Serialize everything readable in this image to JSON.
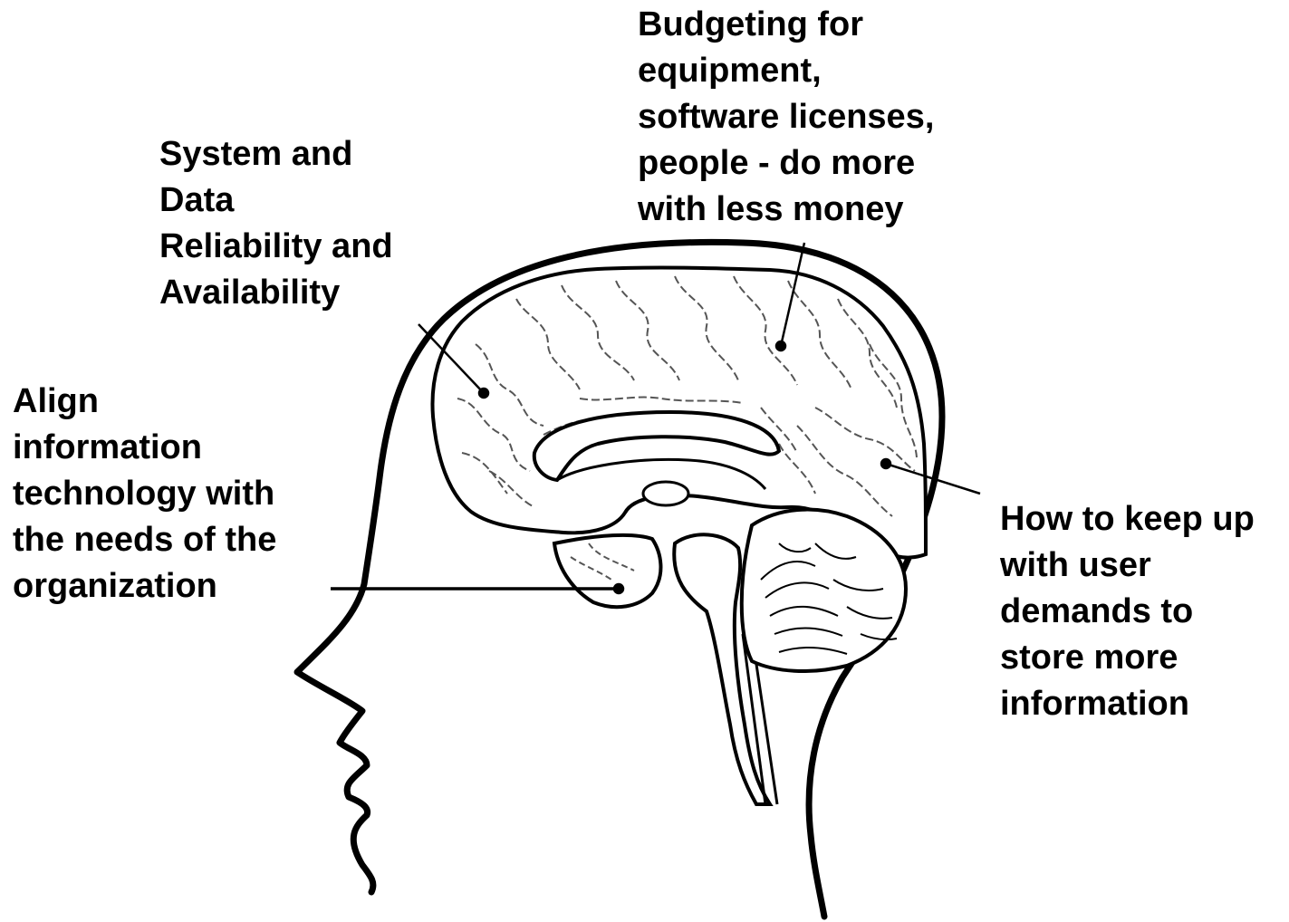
{
  "colors": {
    "background": "#ffffff",
    "ink": "#000000",
    "fold_lines": "#555555"
  },
  "labels": {
    "budget": {
      "lines": [
        "Budgeting for",
        "equipment,",
        "software licenses,",
        "people - do more",
        "with less money"
      ]
    },
    "reliability": {
      "lines": [
        "System and",
        "Data",
        "Reliability and",
        "Availability"
      ]
    },
    "align": {
      "lines": [
        "Align",
        "information",
        "technology with",
        "the needs of the",
        "organization"
      ]
    },
    "demands": {
      "lines": [
        "How to keep up",
        "with user",
        "demands to",
        "store more",
        "information"
      ]
    }
  },
  "icons": {
    "head": "head-profile-icon",
    "brain": "brain-cross-section-icon"
  }
}
